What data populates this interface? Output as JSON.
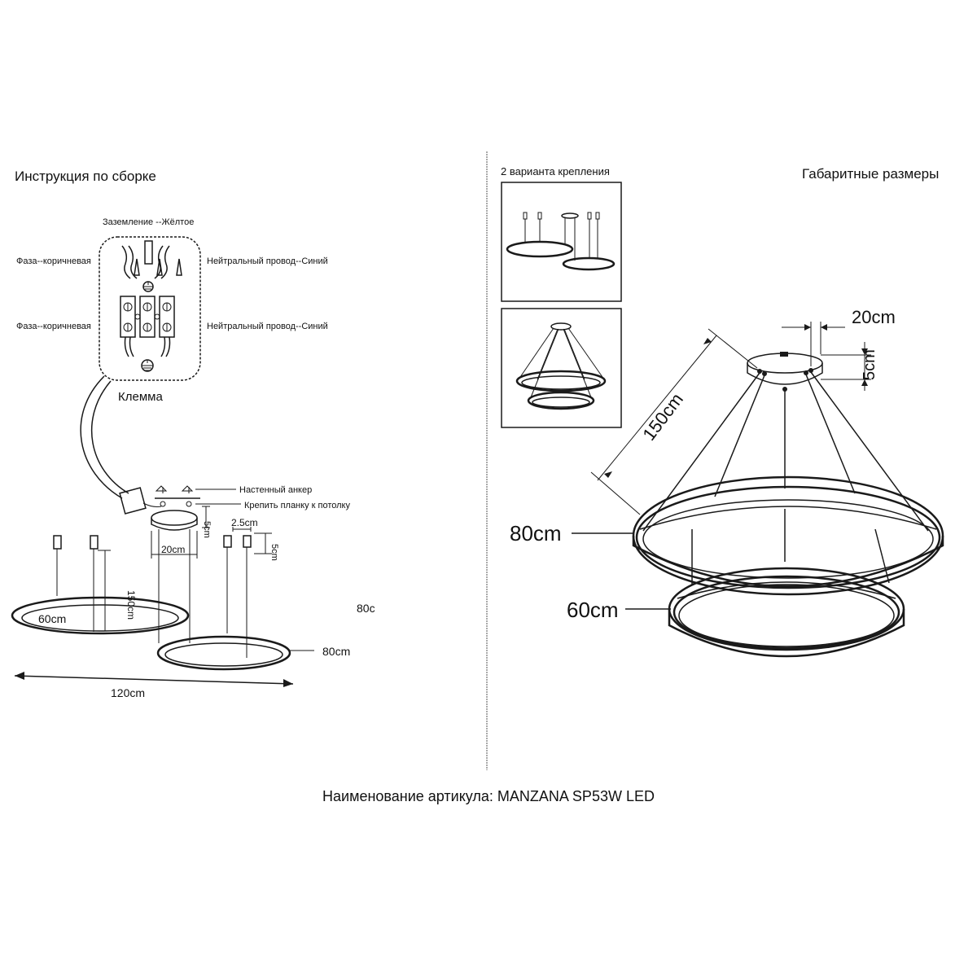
{
  "left_panel": {
    "title": "Инструкция по сборке",
    "wiring": {
      "ground_label": "Заземление --Жёлтое",
      "phase_label_top": "Фаза--коричневая",
      "phase_label_bottom": "Фаза--коричневая",
      "neutral_label_top": "Нейтральный провод--Синий",
      "neutral_label_bottom": "Нейтральный провод--Синий",
      "terminal_label": "Клемма"
    },
    "mounting": {
      "wall_anchor_label": "Настенный анкер",
      "ceiling_plate_label": "Крепить планку к потолку",
      "canopy_height": "5cm",
      "canopy_width": "20cm",
      "clip_width": "2.5cm",
      "clip_height": "5cm"
    },
    "rings": {
      "small_ring_label": "60cm",
      "cable_length_label": "150cm",
      "large_ring_label": "80cm",
      "stray_label": "80c",
      "total_width_label": "120cm"
    }
  },
  "right_panel": {
    "variants_title": "2 варианта крепления",
    "dimensions_title": "Габаритные размеры",
    "canopy_width": "20cm",
    "canopy_height": "5cm",
    "cable_length": "150cm",
    "outer_ring": "80cm",
    "inner_ring": "60cm"
  },
  "footer": {
    "article_name": "Наименование артикула: MANZANA SP53W LED"
  },
  "colors": {
    "line": "#1a1a1a",
    "background": "#ffffff",
    "divider": "#555555"
  }
}
